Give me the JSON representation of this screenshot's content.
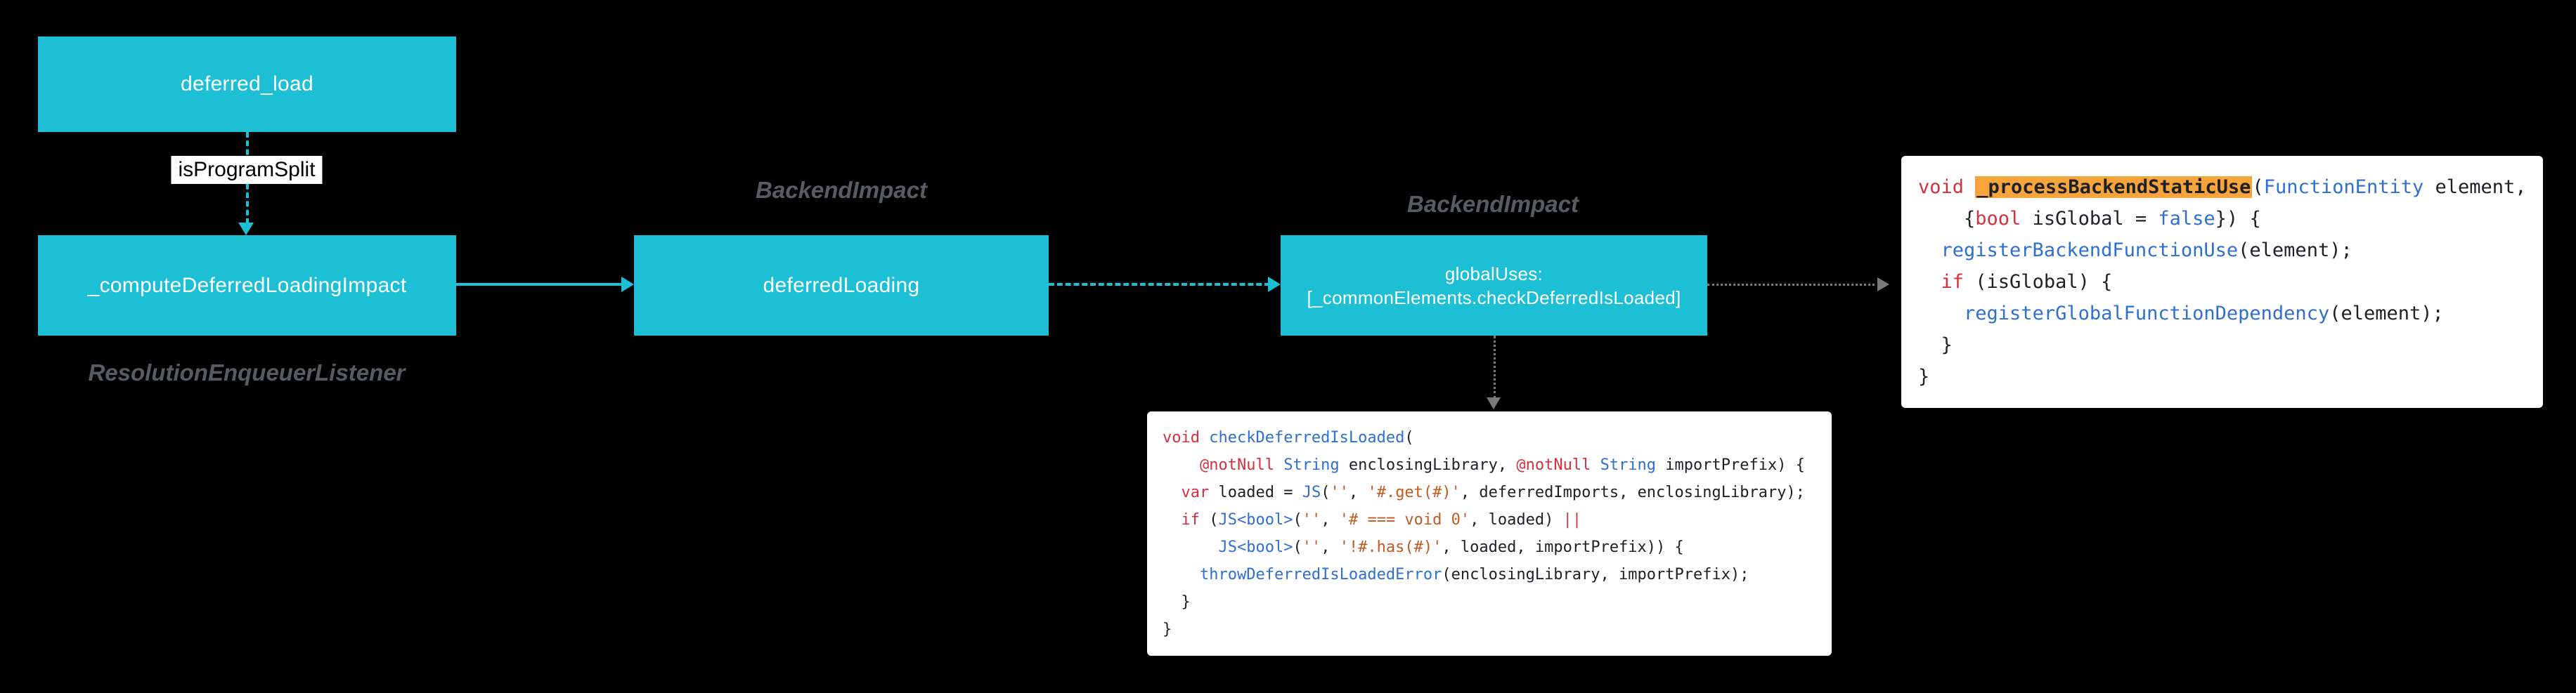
{
  "colors": {
    "background": "#000000",
    "node_fill": "#1cbfd4",
    "arrow_cyan": "#1cbfd4",
    "arrow_gray": "#7a7a7a",
    "annotation_gray": "#585b61",
    "code_keyword": "#d5303e",
    "code_identifier_blue": "#2e6fd1",
    "code_string": "#c05b21",
    "code_highlight_bg": "#f7a43c"
  },
  "diagram": {
    "nodes": {
      "deferred_load": {
        "label": "deferred_load"
      },
      "compute_impact": {
        "label": "_computeDeferredLoadingImpact"
      },
      "deferred_loading": {
        "label": "deferredLoading"
      },
      "global_uses": {
        "label_line1": "globalUses:",
        "label_line2": "[_commonElements.checkDeferredIsLoaded]"
      }
    },
    "annotations": {
      "is_program_split": "isProgramSplit",
      "resolution_enqueuer_listener": "ResolutionEnqueuerListener",
      "backend_impact_1": "BackendImpact",
      "backend_impact_2": "BackendImpact"
    }
  },
  "code_panels": [
    {
      "id": "process_backend_static_use",
      "lines": [
        [
          {
            "t": "void ",
            "c": "kw"
          },
          {
            "t": "_processBackendStaticUse",
            "c": "hl"
          },
          {
            "t": "(",
            "c": "pl"
          },
          {
            "t": "FunctionEntity",
            "c": "type"
          },
          {
            "t": " element,",
            "c": "pl"
          }
        ],
        [
          {
            "t": "    {",
            "c": "pl"
          },
          {
            "t": "bool",
            "c": "kw"
          },
          {
            "t": " isGlobal = ",
            "c": "pl"
          },
          {
            "t": "false",
            "c": "type"
          },
          {
            "t": "}) {",
            "c": "pl"
          }
        ],
        [
          {
            "t": "  ",
            "c": "pl"
          },
          {
            "t": "registerBackendFunctionUse",
            "c": "fn"
          },
          {
            "t": "(element);",
            "c": "pl"
          }
        ],
        [
          {
            "t": "  ",
            "c": "pl"
          },
          {
            "t": "if",
            "c": "kw"
          },
          {
            "t": " (isGlobal) {",
            "c": "pl"
          }
        ],
        [
          {
            "t": "    ",
            "c": "pl"
          },
          {
            "t": "registerGlobalFunctionDependency",
            "c": "fn"
          },
          {
            "t": "(element);",
            "c": "pl"
          }
        ],
        [
          {
            "t": "  }",
            "c": "pl"
          }
        ],
        [
          {
            "t": "}",
            "c": "pl"
          }
        ]
      ]
    },
    {
      "id": "check_deferred_is_loaded",
      "lines": [
        [
          {
            "t": "void ",
            "c": "kw"
          },
          {
            "t": "checkDeferredIsLoaded",
            "c": "fn"
          },
          {
            "t": "(",
            "c": "pl"
          }
        ],
        [
          {
            "t": "    ",
            "c": "pl"
          },
          {
            "t": "@notNull",
            "c": "kw"
          },
          {
            "t": " ",
            "c": "pl"
          },
          {
            "t": "String",
            "c": "type"
          },
          {
            "t": " enclosingLibrary, ",
            "c": "pl"
          },
          {
            "t": "@notNull",
            "c": "kw"
          },
          {
            "t": " ",
            "c": "pl"
          },
          {
            "t": "String",
            "c": "type"
          },
          {
            "t": " importPrefix) {",
            "c": "pl"
          }
        ],
        [
          {
            "t": "  ",
            "c": "pl"
          },
          {
            "t": "var",
            "c": "kw"
          },
          {
            "t": " loaded = ",
            "c": "pl"
          },
          {
            "t": "JS",
            "c": "fn"
          },
          {
            "t": "(",
            "c": "pl"
          },
          {
            "t": "''",
            "c": "str"
          },
          {
            "t": ", ",
            "c": "pl"
          },
          {
            "t": "'#.get(#)'",
            "c": "str"
          },
          {
            "t": ", deferredImports, enclosingLibrary);",
            "c": "pl"
          }
        ],
        [
          {
            "t": "  ",
            "c": "pl"
          },
          {
            "t": "if",
            "c": "kw"
          },
          {
            "t": " (",
            "c": "pl"
          },
          {
            "t": "JS<bool>",
            "c": "fn"
          },
          {
            "t": "(",
            "c": "pl"
          },
          {
            "t": "''",
            "c": "str"
          },
          {
            "t": ", ",
            "c": "pl"
          },
          {
            "t": "'# === void 0'",
            "c": "str"
          },
          {
            "t": ", loaded) ",
            "c": "pl"
          },
          {
            "t": "||",
            "c": "kw"
          }
        ],
        [
          {
            "t": "      ",
            "c": "pl"
          },
          {
            "t": "JS<bool>",
            "c": "fn"
          },
          {
            "t": "(",
            "c": "pl"
          },
          {
            "t": "''",
            "c": "str"
          },
          {
            "t": ", ",
            "c": "pl"
          },
          {
            "t": "'!#.has(#)'",
            "c": "str"
          },
          {
            "t": ", loaded, importPrefix)) {",
            "c": "pl"
          }
        ],
        [
          {
            "t": "    ",
            "c": "pl"
          },
          {
            "t": "throwDeferredIsLoadedError",
            "c": "fn"
          },
          {
            "t": "(enclosingLibrary, importPrefix);",
            "c": "pl"
          }
        ],
        [
          {
            "t": "  }",
            "c": "pl"
          }
        ],
        [
          {
            "t": "}",
            "c": "pl"
          }
        ]
      ]
    }
  ]
}
